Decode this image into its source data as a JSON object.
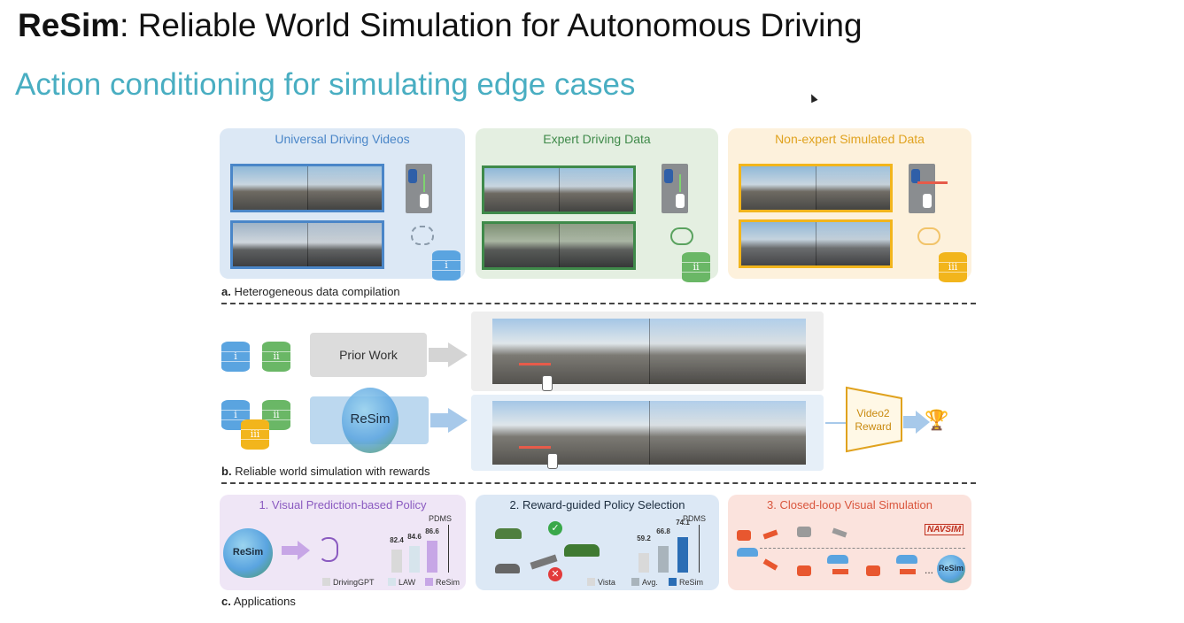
{
  "header": {
    "title_bold": "ReSim",
    "title_rest": ": Reliable World Simulation for Autonomous Driving",
    "subtitle": "Action conditioning for simulating edge cases"
  },
  "section_a": {
    "panels": [
      {
        "title": "Universal Driving Videos",
        "db_label": "i",
        "title_color": "#4a86c8"
      },
      {
        "title": "Expert Driving Data",
        "db_label": "ii",
        "title_color": "#3f8a4a"
      },
      {
        "title": "Non-expert Simulated Data",
        "db_label": "iii",
        "title_color": "#e0a21e"
      }
    ],
    "caption_letter": "a.",
    "caption_text": "Heterogeneous data compilation"
  },
  "section_b": {
    "db_labels": [
      "i",
      "ii",
      "iii"
    ],
    "prior_work_label": "Prior Work",
    "resim_label": "ReSim",
    "reward_label_line1": "Video2",
    "reward_label_line2": "Reward",
    "caption_letter": "b.",
    "caption_text": "Reliable world simulation with rewards"
  },
  "section_c": {
    "panels": [
      {
        "title": "1. Visual Prediction-based Policy",
        "globe_label": "ReSim",
        "metric": "PDMS",
        "values": [
          "82.4",
          "84.6",
          "86.6"
        ],
        "legend": [
          "DrivingGPT",
          "LAW",
          "ReSim"
        ]
      },
      {
        "title": "2. Reward-guided Policy Selection",
        "metric": "PDMS",
        "values": [
          "59.2",
          "66.8",
          "74.1"
        ],
        "legend": [
          "Vista",
          "Avg.",
          "ReSim"
        ]
      },
      {
        "title": "3. Closed-loop Visual Simulation",
        "logo": "NAVSIM",
        "ellipsis": "...",
        "globe_label": "ReSim"
      }
    ],
    "caption_letter": "c.",
    "caption_text": "Applications"
  },
  "colors": {
    "accent": "#49aec2",
    "blue": "#4a86c8",
    "green": "#5aa25f",
    "gold": "#f2b51c",
    "purple": "#a480c9"
  }
}
